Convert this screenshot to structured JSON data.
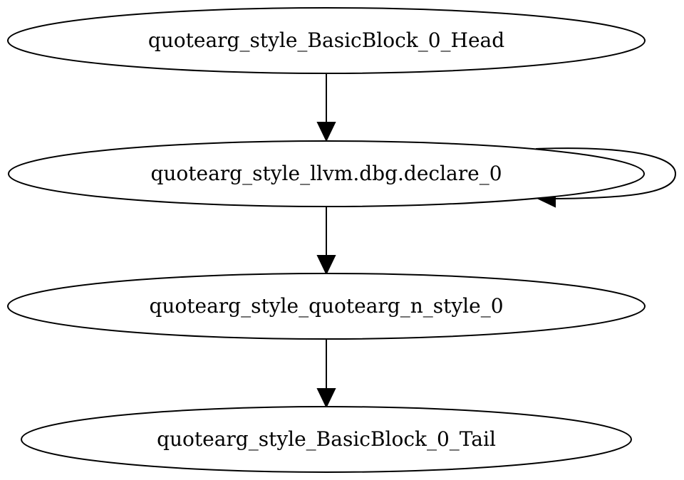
{
  "nodes": [
    {
      "id": "head",
      "label": "quotearg_style_BasicBlock_0_Head"
    },
    {
      "id": "declare",
      "label": "quotearg_style_llvm.dbg.declare_0"
    },
    {
      "id": "nstyle",
      "label": "quotearg_style_quotearg_n_style_0"
    },
    {
      "id": "tail",
      "label": "quotearg_style_BasicBlock_0_Tail"
    }
  ],
  "edges": [
    {
      "from": "head",
      "to": "declare"
    },
    {
      "from": "declare",
      "to": "declare"
    },
    {
      "from": "declare",
      "to": "nstyle"
    },
    {
      "from": "nstyle",
      "to": "tail"
    }
  ],
  "colors": {
    "stroke": "#000000",
    "background": "#ffffff"
  }
}
